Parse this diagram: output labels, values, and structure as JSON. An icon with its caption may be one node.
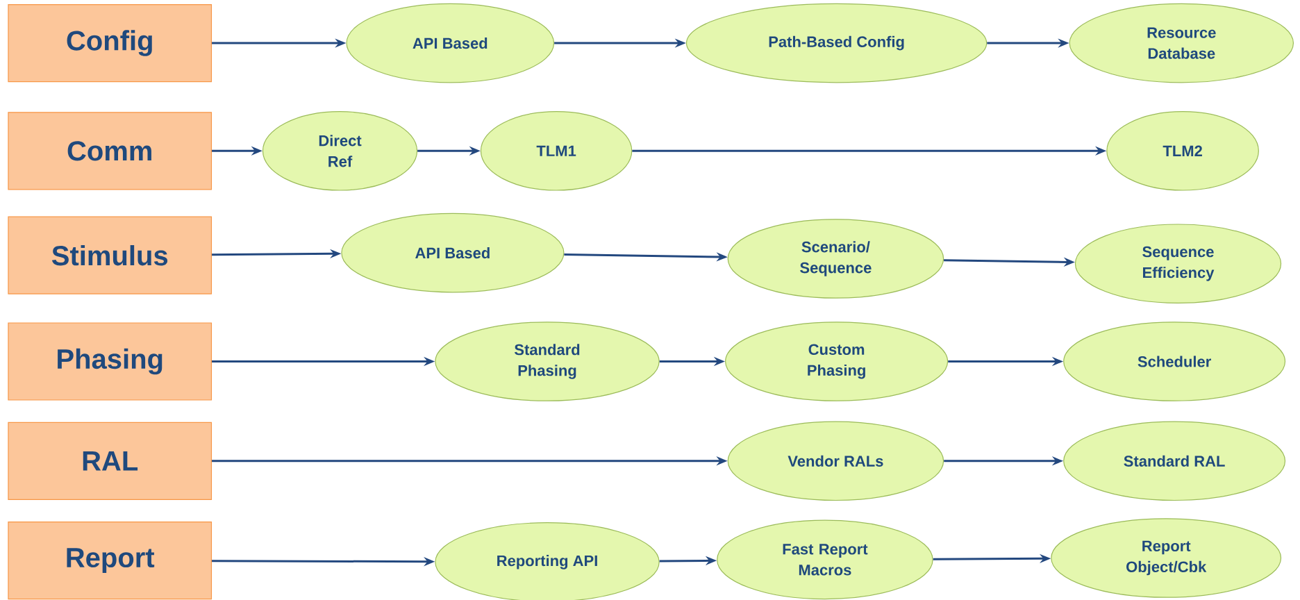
{
  "diagram": {
    "nodes": [
      {
        "text": [
          "Config"
        ]
      },
      {
        "text": [
          "API Based"
        ]
      },
      {
        "text": [
          "Path-Based Config"
        ]
      },
      {
        "text": [
          "Resource Database"
        ]
      },
      {
        "text": [
          "Comm"
        ]
      },
      {
        "text": [
          "Direct Ref"
        ]
      },
      {
        "text": [
          "TLM1"
        ]
      },
      {
        "text": [
          "TLM2"
        ]
      },
      {
        "text": [
          "Stimulus"
        ]
      },
      {
        "text": [
          "API Based"
        ]
      },
      {
        "text": [
          "Scenario/ Sequence"
        ]
      },
      {
        "text": [
          "Sequence Efficiency"
        ]
      },
      {
        "text": [
          "Phasing"
        ]
      },
      {
        "text": [
          "Standard Phasing"
        ]
      },
      {
        "text": [
          "Custom Phasing"
        ]
      },
      {
        "text": [
          "Scheduler"
        ]
      },
      {
        "text": [
          "RAL"
        ]
      },
      {
        "text": [
          "Vendor RALs"
        ]
      },
      {
        "text": [
          "Standard RAL"
        ]
      },
      {
        "text": [
          "Report"
        ]
      },
      {
        "text": [
          "Reporting API"
        ]
      },
      {
        "text": [
          "Fast Report Macros"
        ]
      },
      {
        "text": [
          "Report Object/Cbk"
        ]
      }
    ],
    "edges": [
      {
        "from": 0,
        "to": 1,
        "arrow": "to"
      },
      {
        "from": 1,
        "to": 2,
        "arrow": "to"
      },
      {
        "from": 2,
        "to": 3,
        "arrow": "to"
      },
      {
        "from": 4,
        "to": 5,
        "arrow": "to"
      },
      {
        "from": 5,
        "to": 6,
        "arrow": "to"
      },
      {
        "from": 6,
        "to": 7,
        "arrow": "to"
      },
      {
        "from": 8,
        "to": 9,
        "arrow": "to"
      },
      {
        "from": 9,
        "to": 10,
        "arrow": "to"
      },
      {
        "from": 10,
        "to": 11,
        "arrow": "to"
      },
      {
        "from": 12,
        "to": 13,
        "arrow": "to"
      },
      {
        "from": 13,
        "to": 14,
        "arrow": "to"
      },
      {
        "from": 14,
        "to": 15,
        "arrow": "to"
      },
      {
        "from": 16,
        "to": 17,
        "arrow": "to"
      },
      {
        "from": 17,
        "to": 18,
        "arrow": "to"
      },
      {
        "from": 19,
        "to": 20,
        "arrow": "to"
      },
      {
        "from": 20,
        "to": 21,
        "arrow": "to"
      },
      {
        "from": 21,
        "to": 22,
        "arrow": "to"
      }
    ]
  }
}
